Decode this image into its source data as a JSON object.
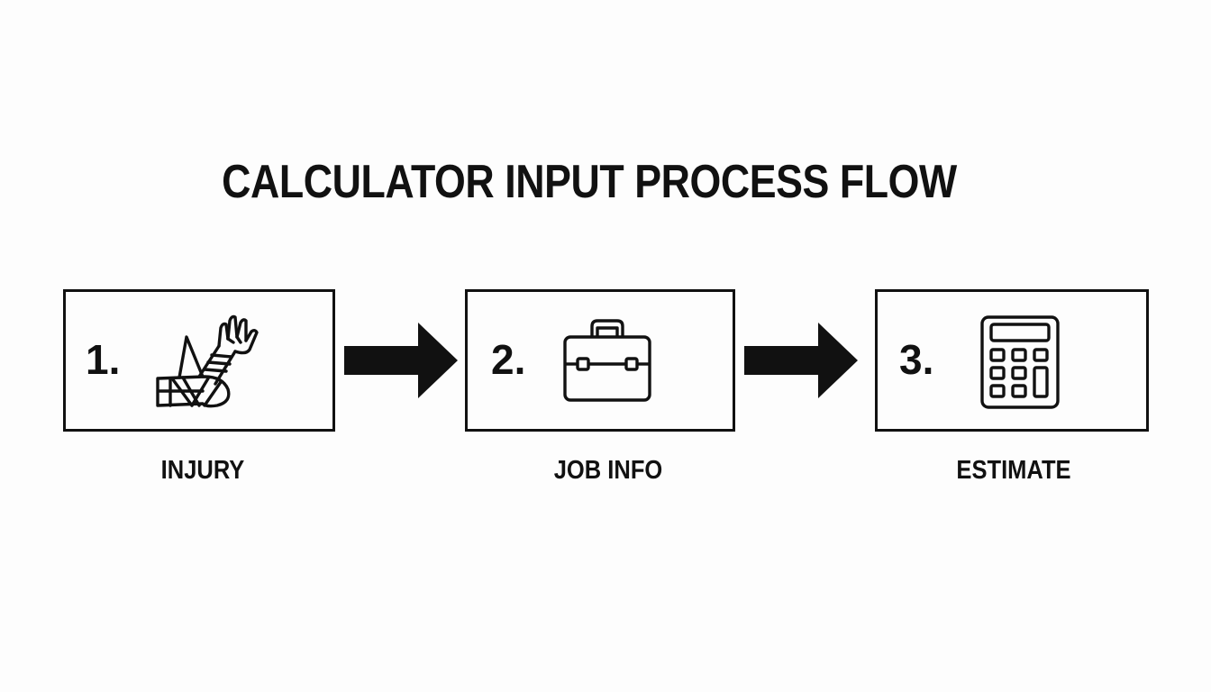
{
  "title": "CALCULATOR INPUT PROCESS FLOW",
  "steps": [
    {
      "number": "1.",
      "label": "INJURY",
      "icon": "bandaged-arm-icon"
    },
    {
      "number": "2.",
      "label": "JOB INFO",
      "icon": "briefcase-icon"
    },
    {
      "number": "3.",
      "label": "ESTIMATE",
      "icon": "calculator-icon"
    }
  ],
  "colors": {
    "background": "#fdfdfd",
    "ink": "#111111"
  }
}
